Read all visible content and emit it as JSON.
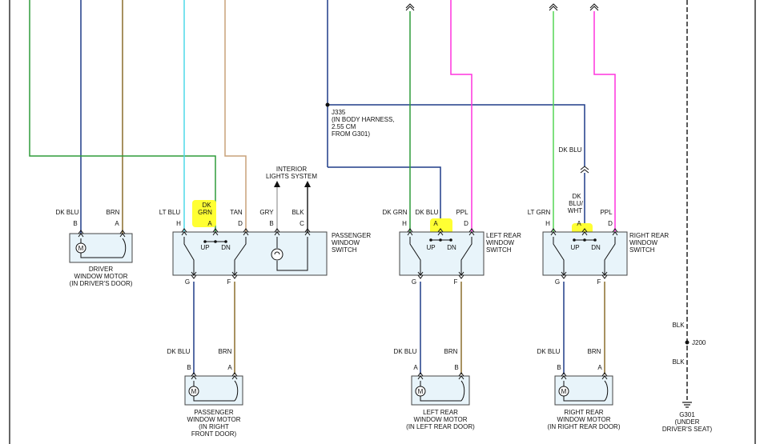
{
  "colors": {
    "dk_blu": "#1f3c88",
    "brn": "#8a6d2c",
    "dk_grn": "#2e9b3a",
    "lt_grn": "#55d655",
    "lt_blu": "#4fd8e8",
    "tan": "#c8a27a",
    "gry": "#aaaaaa",
    "blk": "#222222",
    "ppl": "#ff33dd",
    "highlight": "#ffff33",
    "box_fill": "#e8f4fa"
  },
  "splice": {
    "name": "J335",
    "desc": [
      "(IN BODY HARNESS,",
      "2.55 CM",
      "FROM G301)"
    ]
  },
  "interior_lights": [
    "INTERIOR",
    "LIGHTS SYSTEM"
  ],
  "right_top_wire": "DK BLU",
  "driver_motor": {
    "wire_b": "DK BLU",
    "wire_a": "BRN",
    "pin_b": "B",
    "pin_a": "A",
    "name": [
      "DRIVER",
      "WINDOW MOTOR",
      "(IN DRIVER'S DOOR)"
    ]
  },
  "passenger_switch": {
    "wires": [
      "LT BLU",
      "DK",
      "GRN",
      "TAN",
      "GRY",
      "BLK"
    ],
    "pins": [
      "H",
      "A",
      "D",
      "B",
      "C"
    ],
    "up": "UP",
    "dn": "DN",
    "name": [
      "PASSENGER",
      "WINDOW",
      "SWITCH"
    ],
    "pin_g": "G",
    "pin_f": "F"
  },
  "left_rear_switch": {
    "wires": [
      "DK GRN",
      "DK BLU",
      "PPL"
    ],
    "pins": [
      "H",
      "A",
      "D"
    ],
    "up": "UP",
    "dn": "DN",
    "name": [
      "LEFT REAR",
      "WINDOW",
      "SWITCH"
    ],
    "pin_g": "G",
    "pin_f": "F"
  },
  "right_rear_switch": {
    "wires": [
      "LT GRN",
      "DK",
      "BLU/",
      "WHT",
      "PPL"
    ],
    "pins": [
      "H",
      "A",
      "D"
    ],
    "up": "UP",
    "dn": "DN",
    "name": [
      "RIGHT REAR",
      "WINDOW",
      "SWITCH"
    ],
    "pin_g": "G",
    "pin_f": "F"
  },
  "passenger_motor": {
    "wire_b": "DK BLU",
    "wire_a": "BRN",
    "pin_b": "B",
    "pin_a": "A",
    "name": [
      "PASSENGER",
      "WINDOW MOTOR",
      "(IN RIGHT",
      "FRONT DOOR)"
    ]
  },
  "left_rear_motor": {
    "wire_a": "DK BLU",
    "wire_b": "BRN",
    "pin_a": "A",
    "pin_b": "B",
    "name": [
      "LEFT REAR",
      "WINDOW MOTOR",
      "(IN LEFT REAR DOOR)"
    ]
  },
  "right_rear_motor": {
    "wire_b": "DK BLU",
    "wire_a": "BRN",
    "pin_b": "B",
    "pin_a": "A",
    "name": [
      "RIGHT REAR",
      "WINDOW MOTOR",
      "(IN RIGHT REAR DOOR)"
    ]
  },
  "ground": {
    "wire1": "BLK",
    "splice": "J200",
    "wire2": "BLK",
    "name": [
      "G301",
      "(UNDER",
      "DRIVER'S SEAT)"
    ]
  },
  "motor_symbol": "M"
}
